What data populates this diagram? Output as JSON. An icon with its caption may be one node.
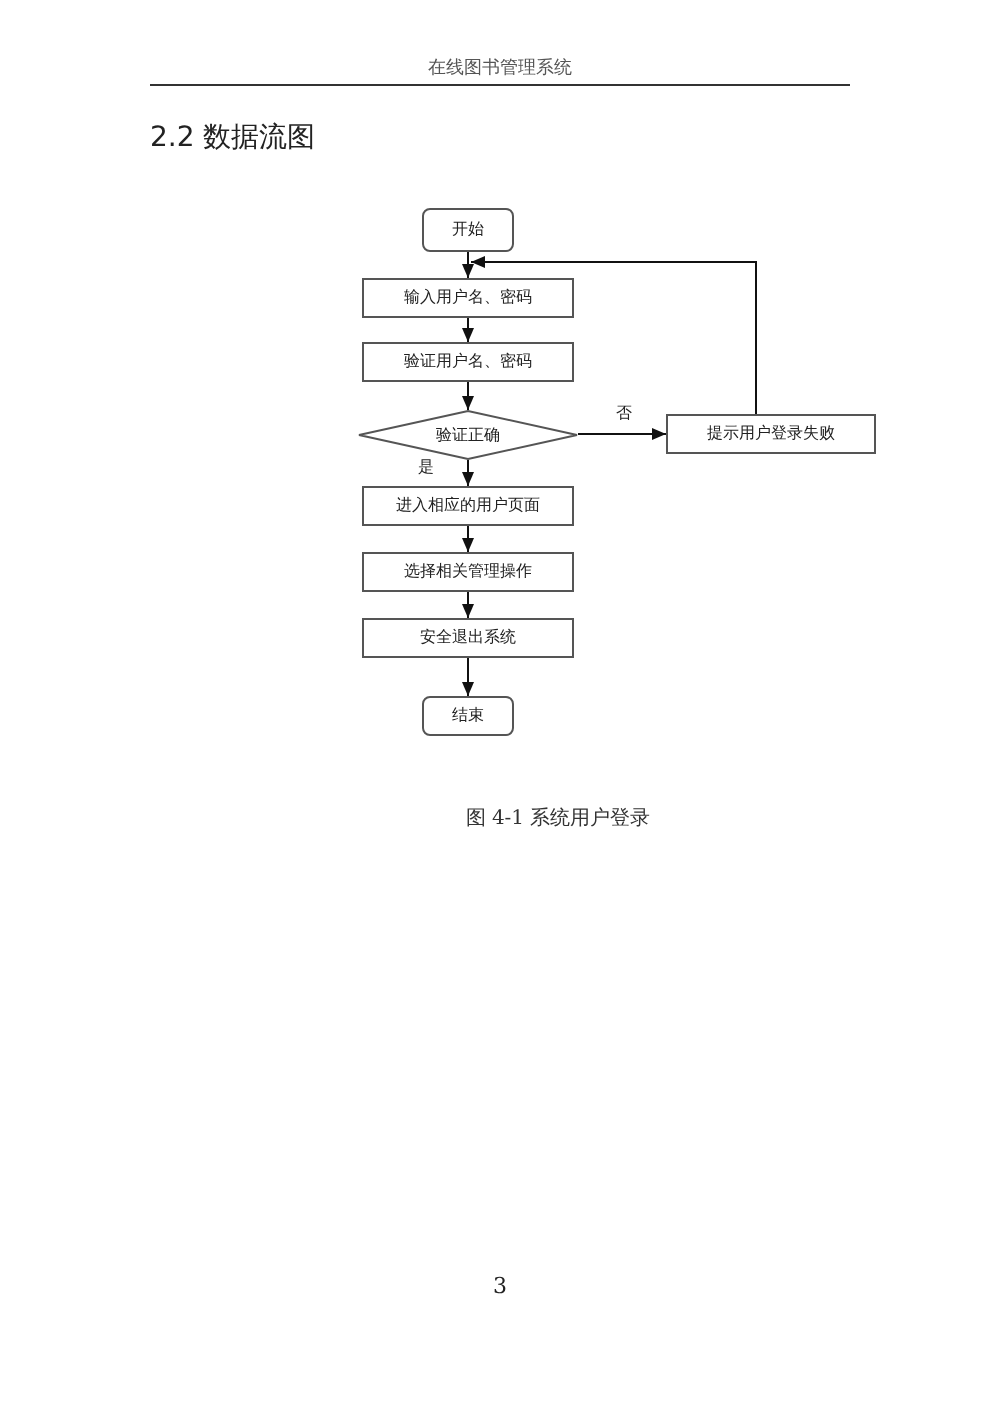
{
  "diagram": {
    "title": "2.2 数据流图",
    "caption": "图 4-1 系统用户登录",
    "nodes": [
      {
        "text": [
          "开始"
        ]
      },
      {
        "text": [
          "输入用户名、密码"
        ]
      },
      {
        "text": [
          "验证用户名、密码"
        ]
      },
      {
        "text": [
          "验证正确"
        ]
      },
      {
        "text": [
          "提示用户登录失败"
        ]
      },
      {
        "text": [
          "进入相应的用户页面"
        ]
      },
      {
        "text": [
          "选择相关管理操作"
        ]
      },
      {
        "text": [
          "安全退出系统"
        ]
      },
      {
        "text": [
          "结束"
        ]
      }
    ],
    "edges": [
      {
        "from": 0,
        "to": 1,
        "arrow": "to"
      },
      {
        "from": 1,
        "to": 2,
        "arrow": "to"
      },
      {
        "from": 2,
        "to": 3,
        "arrow": "to"
      },
      {
        "from": 3,
        "to": 4,
        "arrow": "to",
        "label": "否"
      },
      {
        "from": 4,
        "to": 1,
        "arrow": "to"
      },
      {
        "from": 3,
        "to": 5,
        "arrow": "to",
        "label": "是"
      },
      {
        "from": 5,
        "to": 6,
        "arrow": "to"
      },
      {
        "from": 6,
        "to": 7,
        "arrow": "to"
      },
      {
        "from": 7,
        "to": 8,
        "arrow": "to"
      }
    ],
    "labels": [
      "在线图书管理系统",
      "3"
    ]
  }
}
